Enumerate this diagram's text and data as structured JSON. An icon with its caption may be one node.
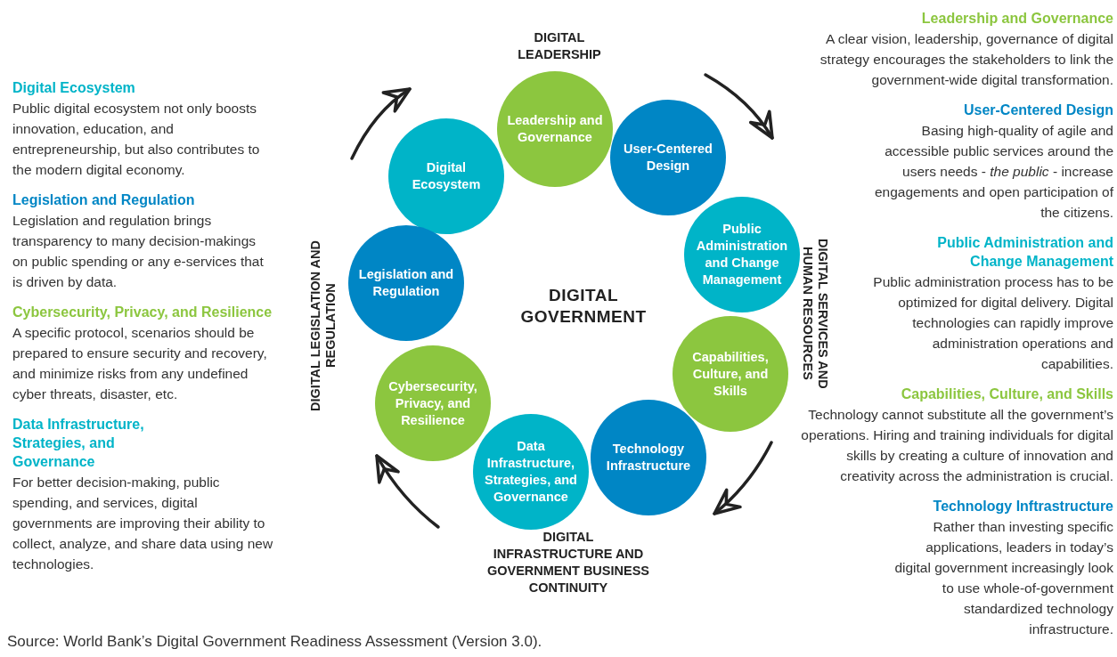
{
  "diagram": {
    "nodes": [
      {
        "text": [
          "Leadership and Governance"
        ]
      },
      {
        "text": [
          "Digital Ecosystem"
        ]
      },
      {
        "text": [
          "User-Centered Design"
        ]
      },
      {
        "text": [
          "Legislation and Regulation"
        ]
      },
      {
        "text": [
          "Public Administration and Change Management"
        ]
      },
      {
        "text": [
          "Capabilities, Culture, and Skills"
        ]
      },
      {
        "text": [
          "Cybersecurity, Privacy, and Resilience"
        ]
      },
      {
        "text": [
          "Data Infrastructure, Strategies, and Governance"
        ]
      },
      {
        "text": [
          "Technology Infrastructure"
        ]
      }
    ],
    "labels": [
      "Digital Ecosystem",
      "Public digital ecosystem not only boosts innovation, education, and entrepreneurship, but also contributes to the modern digital economy.",
      "Legislation and Regulation",
      "Legislation and regulation brings transparency to many decision-makings on public spending or any e-services that is driven by data.",
      "Cybersecurity, Privacy, and Resilience",
      "A specific protocol, scenarios should be prepared to ensure security and recovery, and minimize risks from any undefined cyber threats, disaster, etc.",
      "Data Infrastructure, Strategies, and Governance",
      "For better decision-making, public spending, and services, digital governments are improving their ability to collect, analyze, and share data using new technologies.",
      "DIGITAL LEADERSHIP",
      "DIGITAL LEGISLATION AND REGULATION",
      "DIGITAL GOVERNMENT",
      "DIGITAL SERVICES AND HUMAN RESOURCES",
      "DIGITAL INFRASTRUCTURE AND GOVERNMENT BUSINESS CONTINUITY",
      "Leadership and Governance",
      "A clear vision, leadership, governance of digital strategy encourages the stakeholders to link the government-wide digital transformation.",
      "User-Centered Design",
      "Basing high-quality of agile and accessible public services around the users needs - *the public* - increase engagements and open participation of the citizens.",
      "Public Administration and Change Management",
      "Public administration process has to be optimized for digital delivery. Digital technologies can rapidly improve administration operations and capabilities.",
      "Capabilities, Culture, and Skills",
      "Technology cannot substitute all the government’s operations. Hiring and training individuals for digital skills by creating a culture of innovation and creativity across the administration is crucial.",
      "Technology Inftrastructure",
      "Rather than investing specific applications, leaders in today’s digital government increasingly look to use whole-of-government standardized technology infrastructure.",
      "Source: World Bank’s Digital Government Readiness Assessment (Version 3.0)."
    ]
  }
}
